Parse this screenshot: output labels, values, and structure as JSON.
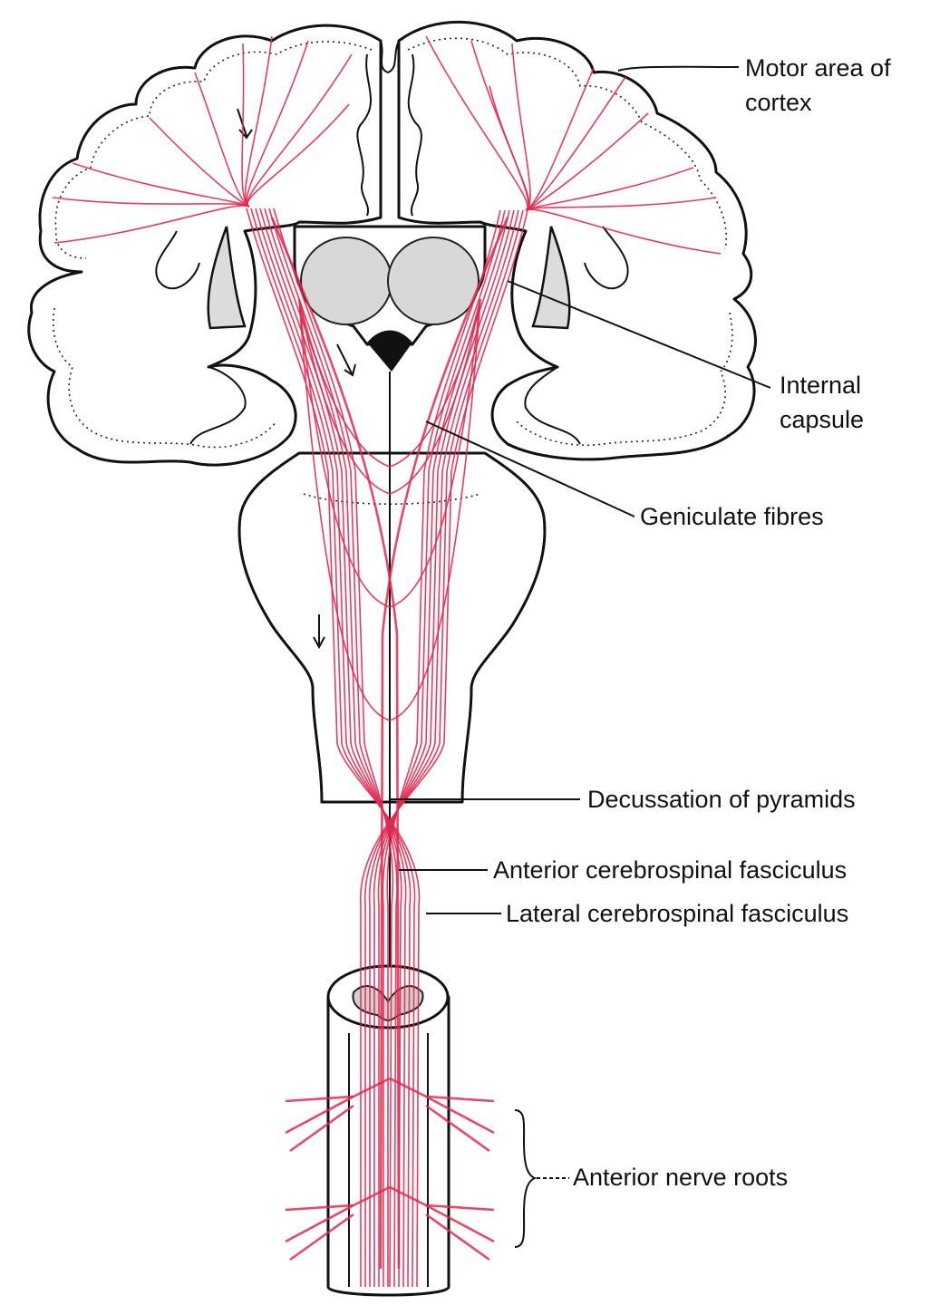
{
  "labels": {
    "motor_area": [
      "Motor area of",
      "cortex"
    ],
    "internal_capsule": [
      "Internal",
      "capsule"
    ],
    "geniculate": "Geniculate fibres",
    "decussation": "Decussation of pyramids",
    "anterior_fasciculus": "Anterior cerebrospinal fasciculus",
    "lateral_fasciculus": "Lateral cerebrospinal fasciculus",
    "nerve_roots": "Anterior nerve roots"
  },
  "colors": {
    "fibre": "#e0284f",
    "outline": "#111111",
    "background": "#ffffff"
  }
}
